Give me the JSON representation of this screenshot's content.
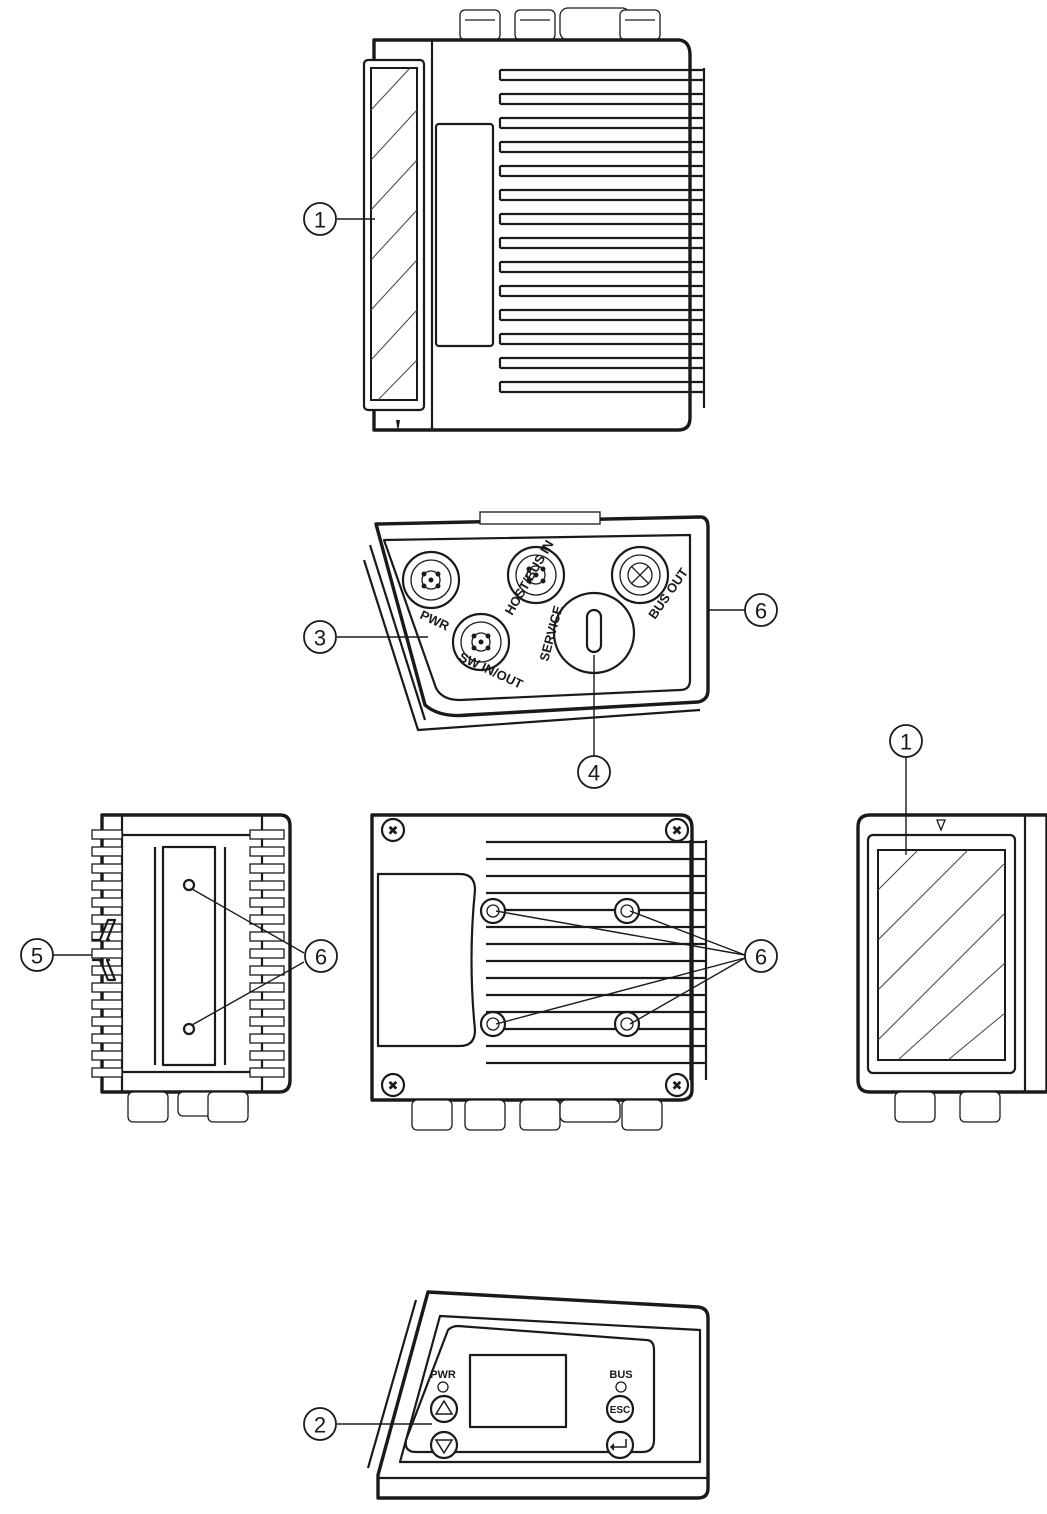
{
  "callouts": {
    "window_top": "1",
    "display_panel": "2",
    "connector_panel": "3",
    "service_cap": "4",
    "side_feature": "5",
    "mount_right": "6",
    "mount_left": "6",
    "mount_center": "6",
    "window_right": "1"
  },
  "connectors": {
    "pwr": "PWR",
    "host_bus_in": "HOST/BUS IN",
    "bus_out": "BUS OUT",
    "sw_in_out": "SW IN/OUT",
    "service": "SERVICE"
  },
  "panel": {
    "pwr_led": "PWR",
    "bus_led": "BUS",
    "esc_key": "ESC"
  }
}
